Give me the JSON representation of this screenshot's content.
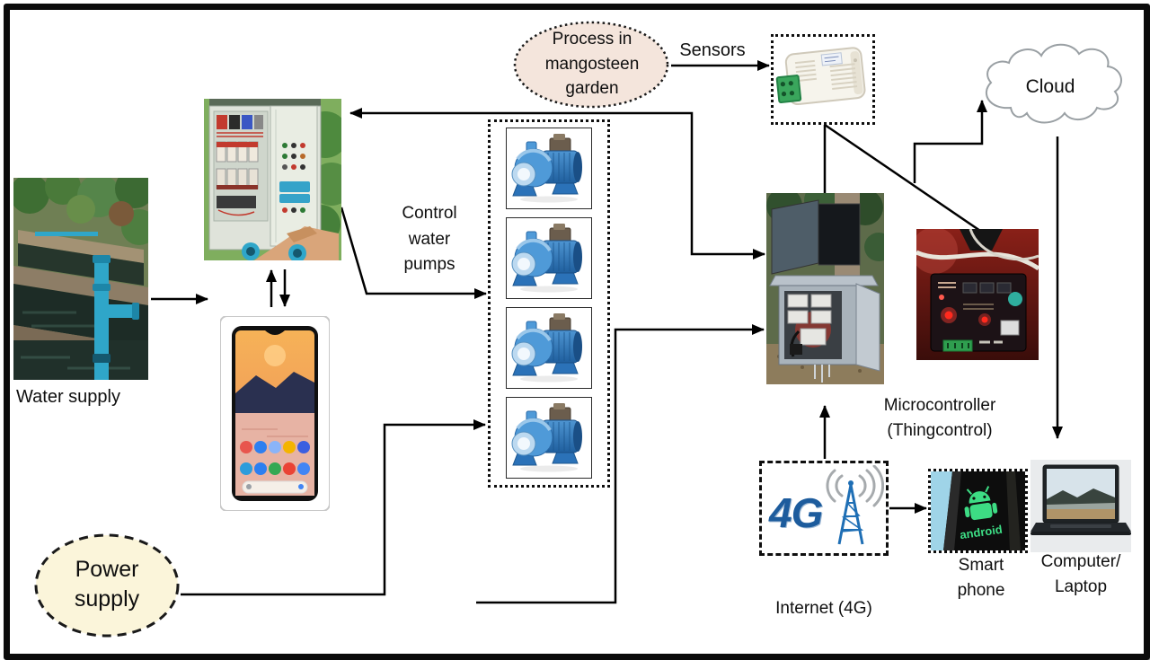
{
  "figure": {
    "type": "system-architecture-diagram"
  },
  "labels": {
    "process_oval": "Process in mangosteen garden",
    "sensors": "Sensors",
    "cloud": "Cloud",
    "water_supply": "Water supply",
    "control_pumps": "Control water pumps",
    "microcontroller": "Microcontroller (Thingcontrol)",
    "internet": "Internet (4G)",
    "fourg_logo": "4G",
    "android_logo": "android",
    "smart_phone": "Smart phone",
    "computer_laptop": "Computer/ Laptop",
    "power_supply": "Power supply"
  },
  "pumps": {
    "count": 4
  },
  "colors": {
    "process_oval_fill": "#f4e5dc",
    "power_oval_fill": "#fbf5da",
    "fourg_blue": "#1d5c9d",
    "android_green": "#3ddc84",
    "pump_blue": "#3c86c8",
    "pipe_blue": "#2fa6c9",
    "connector_line": "#000000"
  }
}
